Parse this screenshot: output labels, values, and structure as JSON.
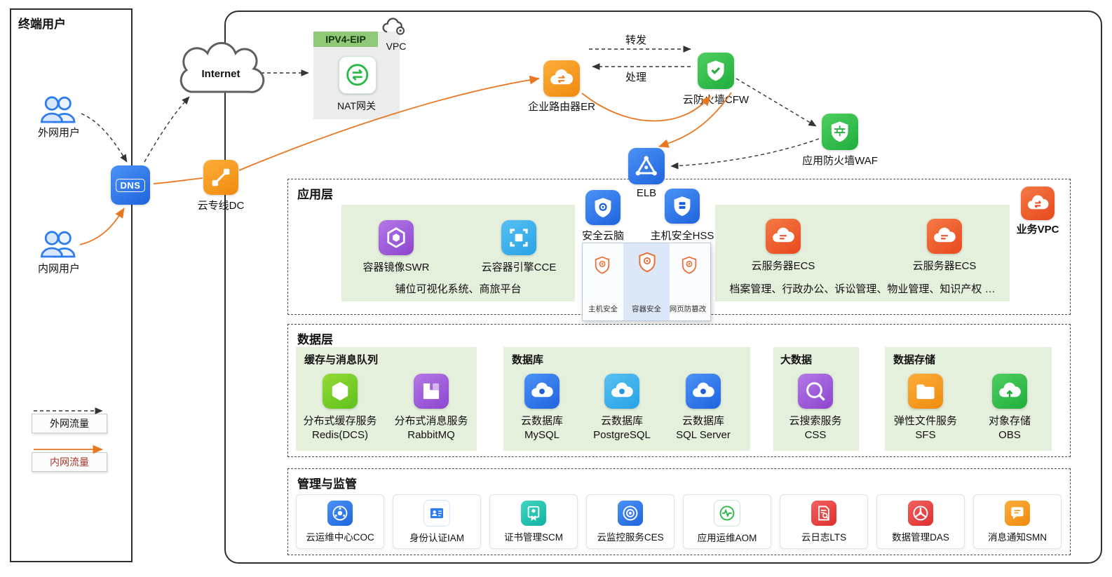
{
  "colors": {
    "flow_internal": "#e87722",
    "flow_external": "#333333",
    "group_bg": "#e4efdc"
  },
  "left_panel": {
    "title": "终端用户",
    "external_user": "外网用户",
    "internal_user": "内网用户",
    "dns": "DNS",
    "legend_external": "外网流量",
    "legend_internal": "内网流量"
  },
  "network": {
    "internet": "Internet",
    "dc": "云专线DC",
    "eip": "IPV4-EIP",
    "vpc": "VPC",
    "nat": "NAT网关",
    "er": "企业路由器ER",
    "forward": "转发",
    "process": "处理",
    "cfw": "云防火墙CFW",
    "waf": "应用防火墙WAF",
    "elb": "ELB",
    "business_vpc": "业务VPC"
  },
  "app_layer": {
    "title": "应用层",
    "swr": "容器镜像SWR",
    "cce": "云容器引擎CCE",
    "caption1": "铺位可视化系统、商旅平台",
    "sec_brain": "安全云脑",
    "hss": "主机安全HSS",
    "panel": {
      "host": "主机安全",
      "container": "容器安全",
      "web": "网页防篡改"
    },
    "ecs1": "云服务器ECS",
    "ecs2": "云服务器ECS",
    "caption2": "档案管理、行政办公、诉讼管理、物业管理、知识产权 …"
  },
  "data_layer": {
    "title": "数据层",
    "cache": {
      "title": "缓存与消息队列",
      "items": [
        {
          "l1": "分布式缓存服务",
          "l2": "Redis(DCS)"
        },
        {
          "l1": "分布式消息服务",
          "l2": "RabbitMQ"
        }
      ]
    },
    "db": {
      "title": "数据库",
      "items": [
        {
          "l1": "云数据库",
          "l2": "MySQL"
        },
        {
          "l1": "云数据库",
          "l2": "PostgreSQL"
        },
        {
          "l1": "云数据库",
          "l2": "SQL Server"
        }
      ]
    },
    "bigdata": {
      "title": "大数据",
      "items": [
        {
          "l1": "云搜索服务",
          "l2": "CSS"
        }
      ]
    },
    "storage": {
      "title": "数据存储",
      "items": [
        {
          "l1": "弹性文件服务",
          "l2": "SFS"
        },
        {
          "l1": "对象存储",
          "l2": "OBS"
        }
      ]
    }
  },
  "mgmt": {
    "title": "管理与监管",
    "items": [
      "云运维中心COC",
      "身份认证IAM",
      "证书管理SCM",
      "云监控服务CES",
      "应用运维AOM",
      "云日志LTS",
      "数据管理DAS",
      "消息通知SMN"
    ]
  }
}
